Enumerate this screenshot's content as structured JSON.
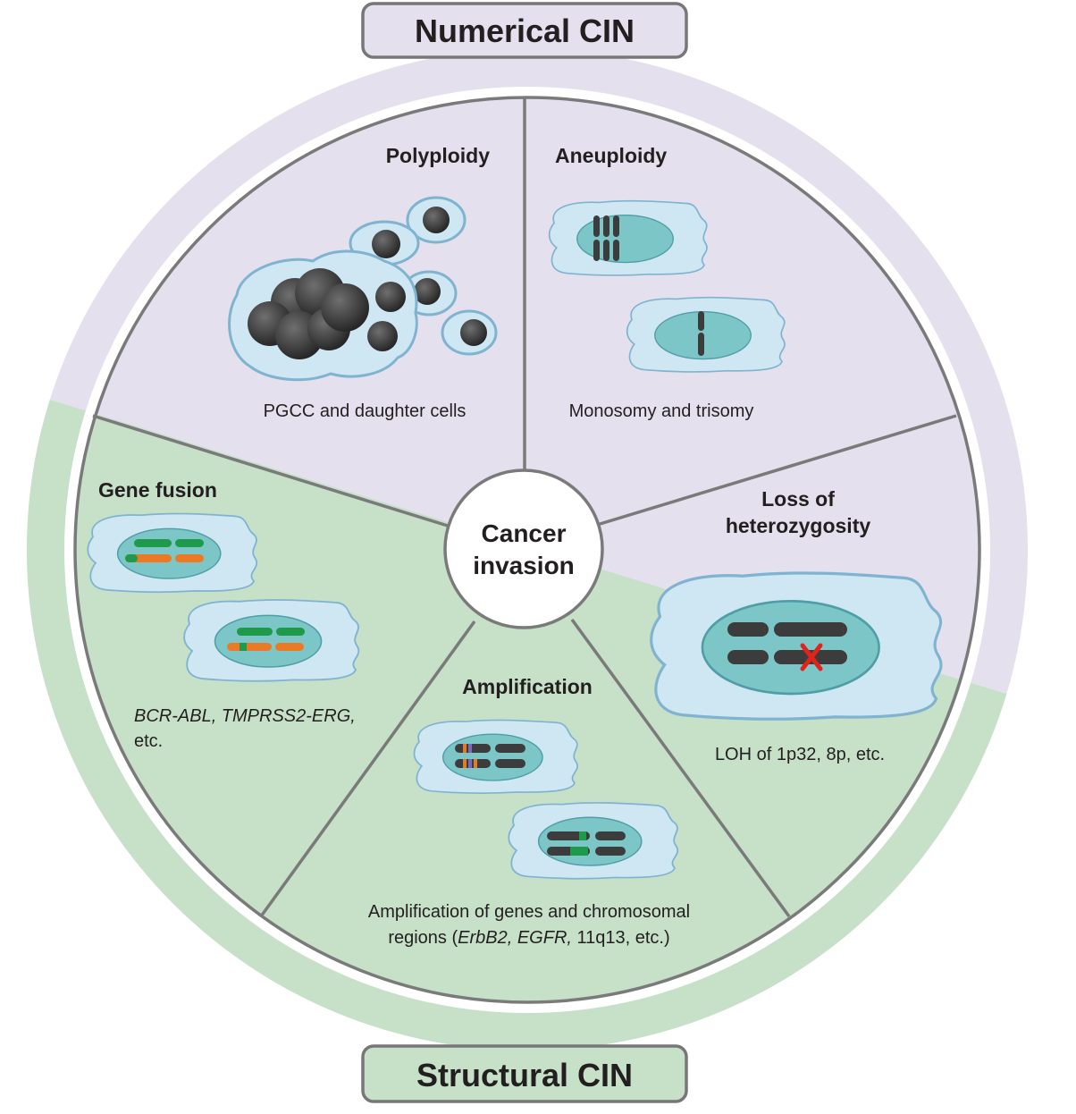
{
  "top_banner": "Numerical CIN",
  "bottom_banner": "Structural CIN",
  "center": {
    "line1": "Cancer",
    "line2": "invasion"
  },
  "sectors": {
    "polyploidy": {
      "title": "Polyploidy",
      "caption": "PGCC and daughter cells"
    },
    "aneuploidy": {
      "title": "Aneuploidy",
      "caption": "Monosomy and trisomy"
    },
    "loh": {
      "title_line1": "Loss of",
      "title_line2": "heterozygosity",
      "caption": "LOH of 1p32, 8p, etc."
    },
    "amplification": {
      "title": "Amplification",
      "caption_line1": "Amplification of genes and chromosomal",
      "caption_line2_pre": "regions (",
      "caption_line2_ital": "ErbB2, EGFR,",
      "caption_line2_post": " 11q13, etc.)"
    },
    "gene_fusion": {
      "title": "Gene fusion",
      "caption_line1_ital": "BCR-ABL, TMPRSS2-ERG,",
      "caption_line2": "etc."
    }
  },
  "colors": {
    "numerical_lavender": "#e4e0ee",
    "structural_green": "#c6e1c8",
    "cell_body": "#cfe6f3",
    "nucleus": "#7cc6c8",
    "chromosome": "#3c3c3c",
    "fusion_green": "#1f9a4a",
    "fusion_orange": "#ec7a24",
    "loh_mark": "#e2231a",
    "divider": "#7a7a7a"
  }
}
